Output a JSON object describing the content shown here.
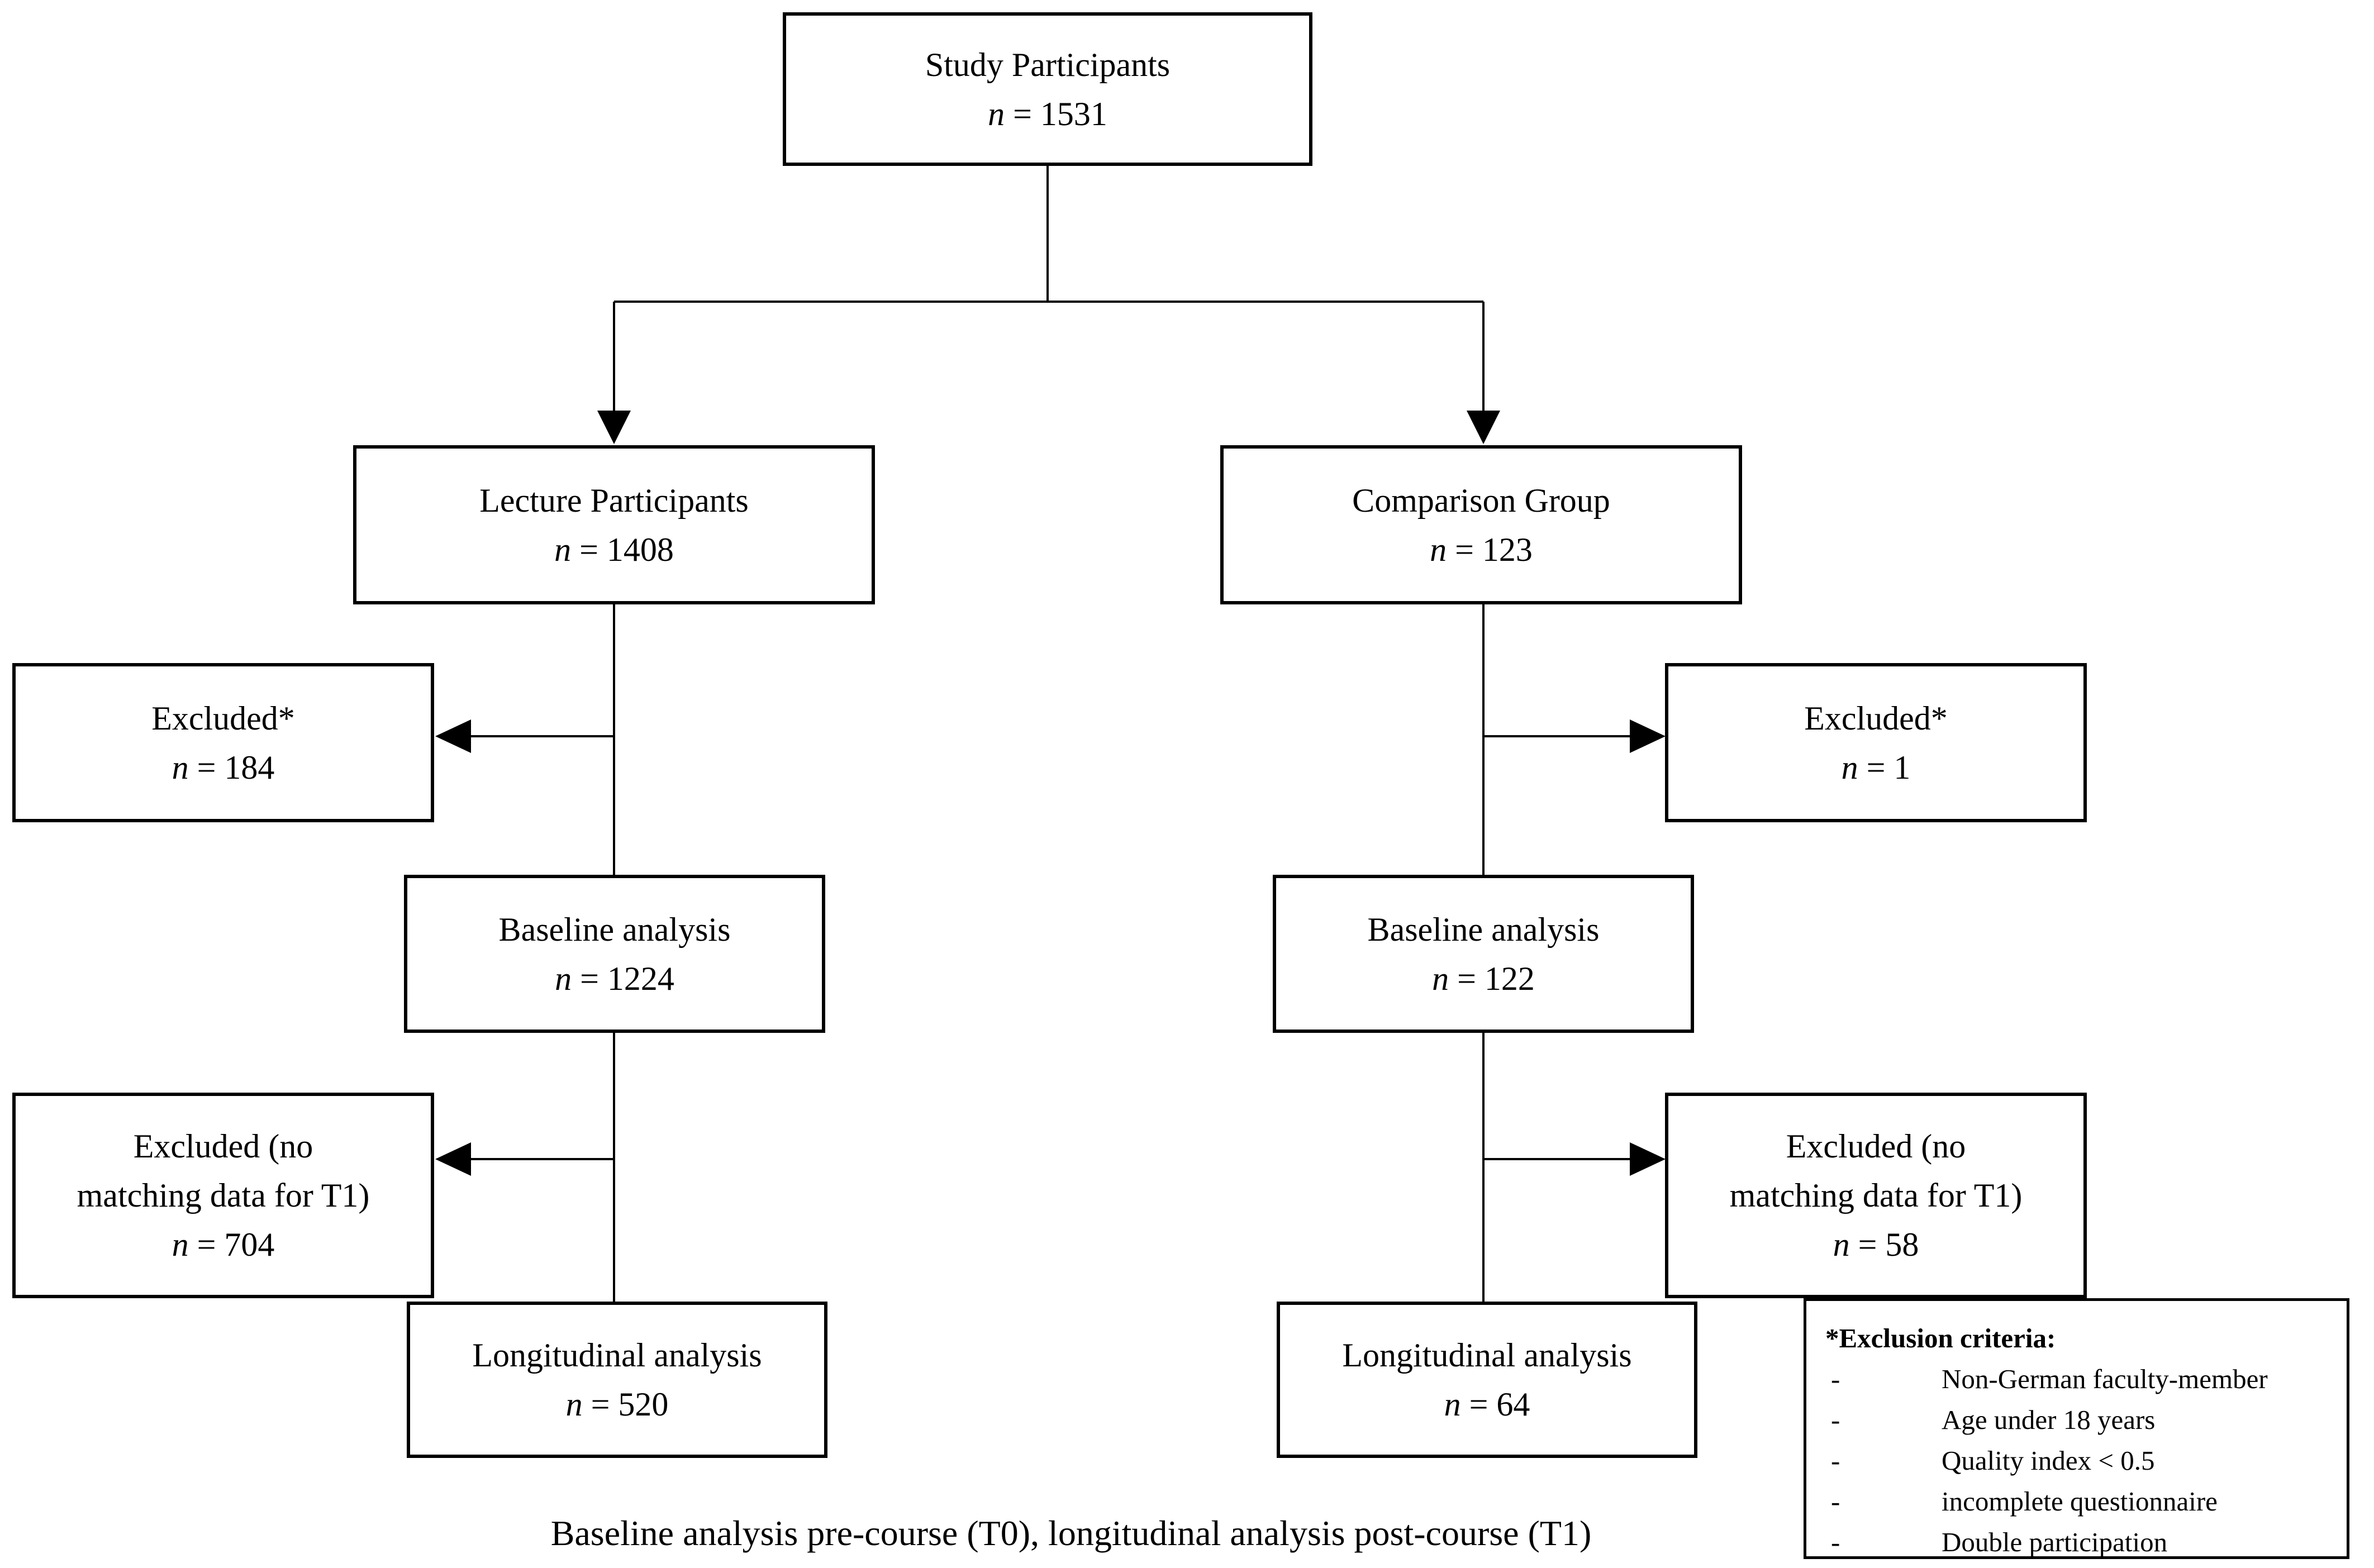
{
  "diagram": {
    "nodes": {
      "study": {
        "line1": "Study Participants",
        "n_italic": "n",
        "n_rest": "= 1531"
      },
      "lecture": {
        "line1": "Lecture Participants",
        "n_italic": "n",
        "n_rest": "= 1408"
      },
      "comparison": {
        "line1": "Comparison Group",
        "n_italic": "n",
        "n_rest": "= 123"
      },
      "excluded_lecture": {
        "line1": "Excluded*",
        "n_italic": "n",
        "n_rest": "= 184"
      },
      "excluded_comparison": {
        "line1": "Excluded*",
        "n_italic": "n",
        "n_rest": "= 1"
      },
      "baseline_lecture": {
        "line1": "Baseline analysis",
        "n_italic": "n",
        "n_rest": "= 1224"
      },
      "baseline_comparison": {
        "line1": "Baseline analysis",
        "n_italic": "n",
        "n_rest": "= 122"
      },
      "excluded_t1_lecture": {
        "line1": "Excluded (no",
        "line2": "matching data for T1)",
        "n_italic": "n",
        "n_rest": "= 704"
      },
      "excluded_t1_comparison": {
        "line1": "Excluded (no",
        "line2": "matching data for T1)",
        "n_italic": "n",
        "n_rest": "= 58"
      },
      "longitudinal_lecture": {
        "line1": "Longitudinal analysis",
        "n_italic": "n",
        "n_rest": "= 520"
      },
      "longitudinal_comparison": {
        "line1": "Longitudinal analysis",
        "n_italic": "n",
        "n_rest": "= 64"
      }
    },
    "legend": {
      "title": "*Exclusion criteria:",
      "bullet": "-",
      "items": [
        "Non-German faculty-member",
        "Age under 18 years",
        "Quality index < 0.5",
        "incomplete questionnaire",
        "Double participation"
      ]
    },
    "caption": "Baseline analysis pre-course (T0), longitudinal analysis post-course (T1)"
  }
}
